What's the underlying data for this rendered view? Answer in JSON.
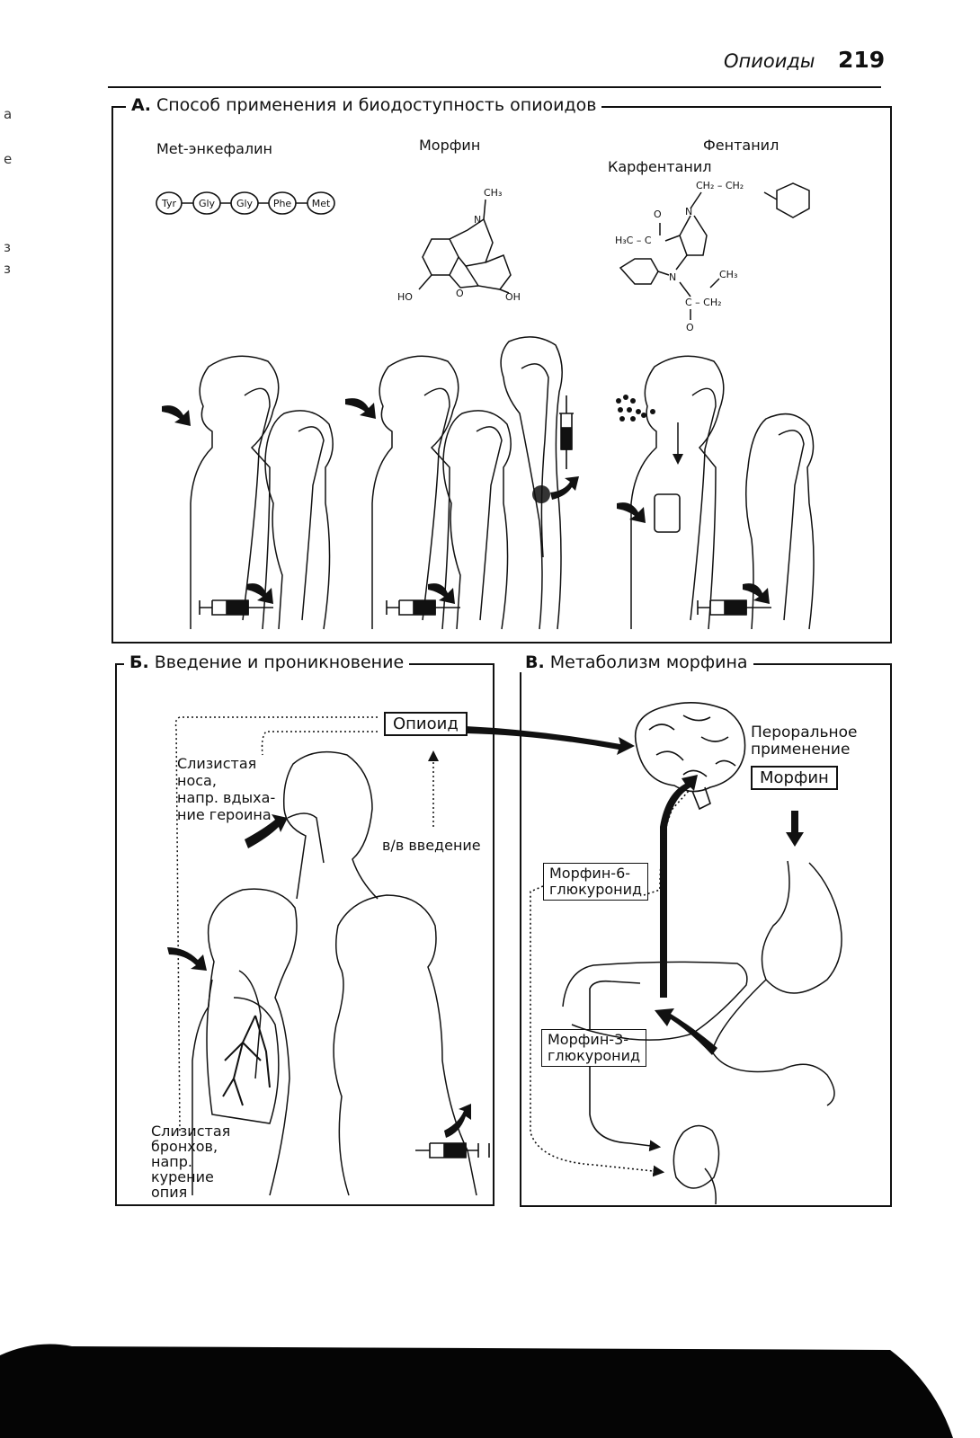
{
  "header": {
    "title": "Опиоиды",
    "page": "219"
  },
  "margin_marks": [
    "а",
    "е",
    "з",
    "з"
  ],
  "panel_a": {
    "letter": "А.",
    "title": "Способ применения  и биодоступность опиоидов",
    "metenk_label": "Меt-энкефалин",
    "peptide": [
      "Tyr",
      "Gly",
      "Gly",
      "Phe",
      "Met"
    ],
    "morphine_label": "Морфин",
    "morphine_atoms": {
      "ch3": "CH₃",
      "n": "N",
      "ho": "HO",
      "o": "O",
      "oh": "OH"
    },
    "fentanyl_label": "Фентанил",
    "carfentanil_label": "Карфентанил",
    "fentanyl_atoms": {
      "chain": "CH₂ – CH₂",
      "n": "N",
      "o_top": "O",
      "h3c": "H₃C – C",
      "ring_n": "N",
      "ch3": "CH₃",
      "c_ch2": "C – CH₂",
      "o_bottom": "O"
    }
  },
  "panel_b": {
    "letter": "Б.",
    "title": "Введение и проникновение",
    "opioid_box": "Опиоид",
    "nasal": [
      "Слизистая",
      "носа,",
      "напр. вдыха-",
      "ние героина"
    ],
    "iv": "в/в введение",
    "bronchial": [
      "Слизистая",
      "бронхов,",
      "напр.",
      "курение",
      "опия"
    ]
  },
  "panel_c": {
    "letter": "В.",
    "title": "Метаболизм морфина",
    "oral": [
      "Пероральное",
      "применение"
    ],
    "morphine_box": "Морфин",
    "m6g": [
      "Морфин-6-",
      "глюкуронид"
    ],
    "m3g": [
      "Морфин-3-",
      "глюкуронид"
    ]
  }
}
